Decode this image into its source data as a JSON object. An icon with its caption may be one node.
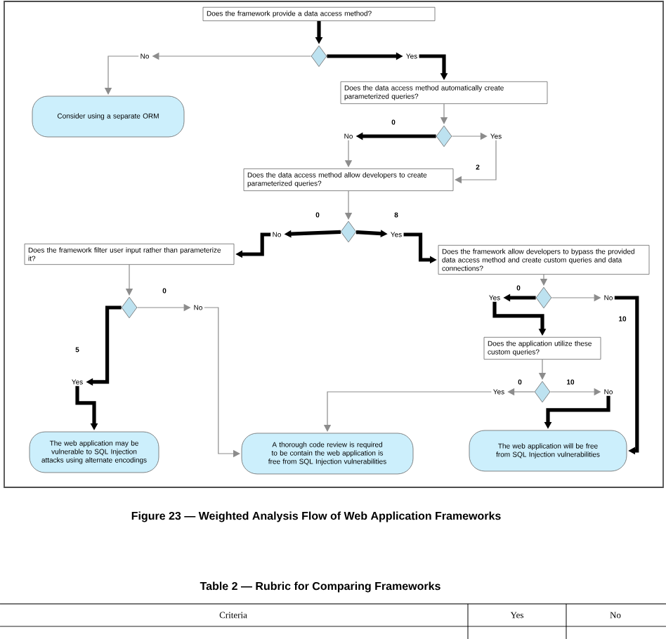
{
  "diagram": {
    "caption": "Figure 23 — Weighted Analysis Flow of Web Application Frameworks",
    "nodes": [
      {
        "text": [
          "Does the framework provide a data access method?"
        ]
      },
      {
        "text": [],
        "shape": "diamond"
      },
      {
        "text": [
          "No"
        ]
      },
      {
        "text": [
          "Yes"
        ]
      },
      {
        "text": [
          "Consider using a separate ORM"
        ]
      },
      {
        "text": [
          "Does the data access method automatically create parameterized queries?"
        ]
      },
      {
        "text": [],
        "shape": "diamond"
      },
      {
        "text": [
          "No"
        ]
      },
      {
        "text": [
          "Yes"
        ]
      },
      {
        "text": [
          "Does the data access method allow developers to create parameterized queries?"
        ]
      },
      {
        "text": [],
        "shape": "diamond"
      },
      {
        "text": [
          "No"
        ]
      },
      {
        "text": [
          "Yes"
        ]
      },
      {
        "text": [
          "Does the framework filter user input rather than parameterize it?"
        ]
      },
      {
        "text": [
          "Does the framework allow developers to bypass the provided data access method and create custom queries and data connections?"
        ]
      },
      {
        "text": [],
        "shape": "diamond"
      },
      {
        "text": [
          "No"
        ]
      },
      {
        "text": [
          "Yes"
        ]
      },
      {
        "text": [],
        "shape": "diamond"
      },
      {
        "text": [
          "Yes"
        ]
      },
      {
        "text": [
          "No"
        ]
      },
      {
        "text": [
          "Does the application utilize these custom queries?"
        ]
      },
      {
        "text": [],
        "shape": "diamond"
      },
      {
        "text": [
          "Yes"
        ]
      },
      {
        "text": [
          "No"
        ]
      },
      {
        "text": [
          "The web application may be vulnerable to SQL Injection attacks using alternate encodings"
        ]
      },
      {
        "text": [
          "A thorough code review is required to be contain the web application is free from SQL Injection vulnerabilities"
        ]
      },
      {
        "text": [
          "The web application will be free from SQL Injection vulnerabilities"
        ]
      }
    ],
    "edges": [
      {
        "from": 0,
        "to": 1,
        "arrow": "to",
        "style": "thick",
        "color": "#000000"
      },
      {
        "from": 1,
        "to": 2,
        "arrow": "to"
      },
      {
        "from": 1,
        "to": 3,
        "arrow": "to",
        "style": "thick",
        "color": "#000000"
      },
      {
        "from": 2,
        "to": 4,
        "arrow": "to"
      },
      {
        "from": 3,
        "to": 5,
        "arrow": "to",
        "style": "thick",
        "color": "#000000"
      },
      {
        "from": 5,
        "to": 6,
        "arrow": "to"
      },
      {
        "from": 6,
        "to": 7,
        "arrow": "to",
        "label": "0",
        "style": "thick",
        "color": "#000000"
      },
      {
        "from": 6,
        "to": 8,
        "arrow": "to"
      },
      {
        "from": 7,
        "to": 9,
        "arrow": "to"
      },
      {
        "from": 8,
        "to": 9,
        "arrow": "to",
        "label": "2"
      },
      {
        "from": 9,
        "to": 10,
        "arrow": "to"
      },
      {
        "from": 10,
        "to": 11,
        "arrow": "to",
        "label": "0",
        "style": "thick",
        "color": "#000000"
      },
      {
        "from": 10,
        "to": 12,
        "arrow": "to",
        "label": "8",
        "style": "thick",
        "color": "#000000"
      },
      {
        "from": 11,
        "to": 13,
        "arrow": "to",
        "style": "thick",
        "color": "#000000"
      },
      {
        "from": 12,
        "to": 14,
        "arrow": "to",
        "style": "thick",
        "color": "#000000"
      },
      {
        "from": 13,
        "to": 15,
        "arrow": "to"
      },
      {
        "from": 15,
        "to": 16,
        "arrow": "to",
        "label": "0"
      },
      {
        "from": 15,
        "to": 17,
        "arrow": "to",
        "label": "5",
        "style": "thick",
        "color": "#000000"
      },
      {
        "from": 16,
        "to": 26,
        "arrow": "to"
      },
      {
        "from": 17,
        "to": 25,
        "arrow": "to",
        "style": "thick",
        "color": "#000000"
      },
      {
        "from": 14,
        "to": 18,
        "arrow": "to"
      },
      {
        "from": 18,
        "to": 19,
        "arrow": "to",
        "label": "0",
        "style": "thick",
        "color": "#000000"
      },
      {
        "from": 18,
        "to": 20,
        "arrow": "to",
        "label": "10"
      },
      {
        "from": 19,
        "to": 21,
        "arrow": "to",
        "style": "thick",
        "color": "#000000"
      },
      {
        "from": 20,
        "to": 27,
        "arrow": "to",
        "style": "thick",
        "color": "#000000"
      },
      {
        "from": 21,
        "to": 22,
        "arrow": "to"
      },
      {
        "from": 22,
        "to": 23,
        "arrow": "to",
        "label": "0"
      },
      {
        "from": 22,
        "to": 24,
        "arrow": "to",
        "label": "10"
      },
      {
        "from": 23,
        "to": 26,
        "arrow": "to"
      },
      {
        "from": 24,
        "to": 27,
        "arrow": "to",
        "style": "thick",
        "color": "#000000"
      }
    ],
    "labels": [
      "Table 2 — Rubric for Comparing Frameworks",
      "Criteria",
      "Yes",
      "No"
    ]
  }
}
